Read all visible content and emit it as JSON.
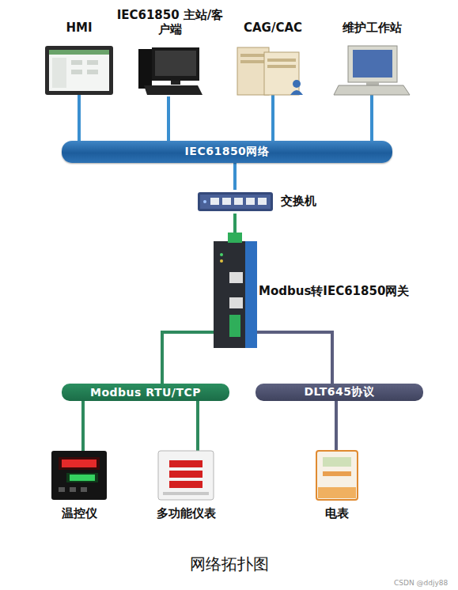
{
  "diagram": {
    "caption": "网络拓扑图",
    "nodes": [
      {
        "text": [
          "HMI"
        ]
      },
      {
        "text": [
          "IEC61850 主站/客户端"
        ]
      },
      {
        "text": [
          "CAG/CAC"
        ]
      },
      {
        "text": [
          "维护工作站"
        ]
      },
      {
        "text": [
          "IEC61850网络"
        ]
      },
      {
        "text": [
          "交换机"
        ]
      },
      {
        "text": [
          "Modbus转IEC61850网关"
        ]
      },
      {
        "text": [
          "Modbus RTU/TCP"
        ]
      },
      {
        "text": [
          "DLT645协议"
        ]
      },
      {
        "text": [
          "温控仪"
        ]
      },
      {
        "text": [
          "多功能仪表"
        ]
      },
      {
        "text": [
          "电表"
        ]
      }
    ],
    "edges": [
      {
        "from": 0,
        "to": 4,
        "arrow": "none"
      },
      {
        "from": 1,
        "to": 4,
        "arrow": "none"
      },
      {
        "from": 2,
        "to": 4,
        "arrow": "none"
      },
      {
        "from": 3,
        "to": 4,
        "arrow": "none"
      },
      {
        "from": 4,
        "to": 5,
        "arrow": "none"
      },
      {
        "from": 5,
        "to": 6,
        "arrow": "none"
      },
      {
        "from": 6,
        "to": 7,
        "arrow": "none"
      },
      {
        "from": 6,
        "to": 8,
        "arrow": "none"
      },
      {
        "from": 7,
        "to": 9,
        "arrow": "none"
      },
      {
        "from": 7,
        "to": 10,
        "arrow": "none"
      },
      {
        "from": 8,
        "to": 11,
        "arrow": "none"
      }
    ],
    "labels": [
      "CSDN @ddjy88"
    ]
  }
}
